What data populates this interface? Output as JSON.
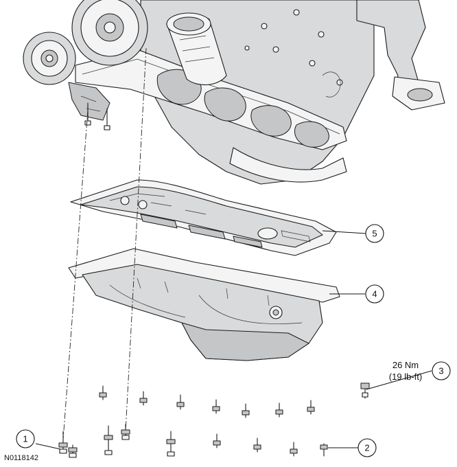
{
  "figure_id": "N0118142",
  "callouts": {
    "c1": "1",
    "c2": "2",
    "c3": "3",
    "c4": "4",
    "c5": "5"
  },
  "torque": {
    "metric": "26 Nm",
    "imperial": "(19 lb-ft)"
  }
}
